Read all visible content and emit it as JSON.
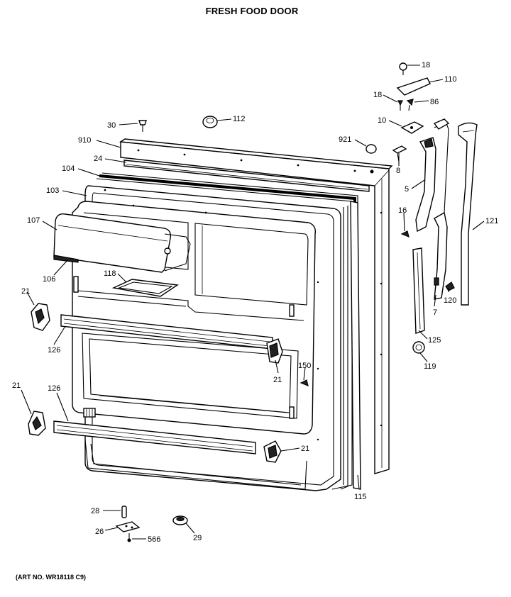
{
  "title": "FRESH FOOD DOOR",
  "art_no": "(ART NO. WR18118 C9)",
  "callouts": {
    "p18a": "18",
    "p110": "110",
    "p18b": "18",
    "p86": "86",
    "p10": "10",
    "p30": "30",
    "p112": "112",
    "p910": "910",
    "p921": "921",
    "p8": "8",
    "p24": "24",
    "p104": "104",
    "p5": "5",
    "p121": "121",
    "p103": "103",
    "p16": "16",
    "p107": "107",
    "p118": "118",
    "p106": "106",
    "p21a": "21",
    "p120": "120",
    "p7": "7",
    "p125": "125",
    "p126a": "126",
    "p119": "119",
    "p150": "150",
    "p21b": "21",
    "p21c": "21",
    "p126b": "126",
    "p21d": "21",
    "p115": "115",
    "p28": "28",
    "p26": "26",
    "p566": "566",
    "p29": "29"
  }
}
